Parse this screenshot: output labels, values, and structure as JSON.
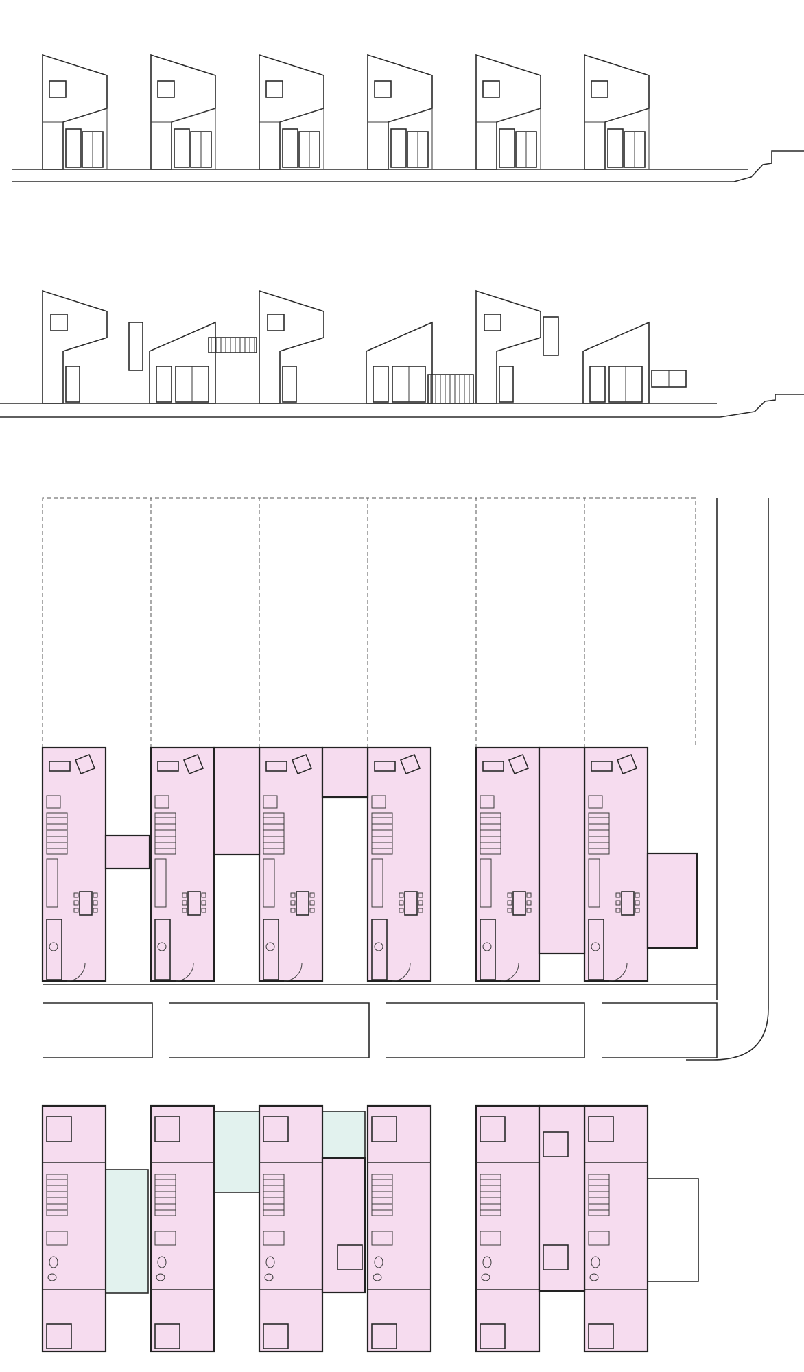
{
  "drawing": {
    "type": "architectural-drawing-sheet",
    "sections": [
      "front-elevation",
      "rear-elevation",
      "ground-floor-plan",
      "first-floor-plan"
    ],
    "front_elevation": {
      "house_count": 6
    },
    "rear_elevation": {
      "house_count": 6,
      "garden_screens": 2
    },
    "ground_floor_plan": {
      "house_count": 6,
      "parking_bays": 4
    },
    "first_floor_plan": {
      "house_count": 6,
      "light_courts": 3
    }
  },
  "colors": {
    "floor_fill": "#f6dcef",
    "court_fill": "#e2f2ee",
    "line": "#2a2a2a",
    "paper": "#ffffff"
  }
}
